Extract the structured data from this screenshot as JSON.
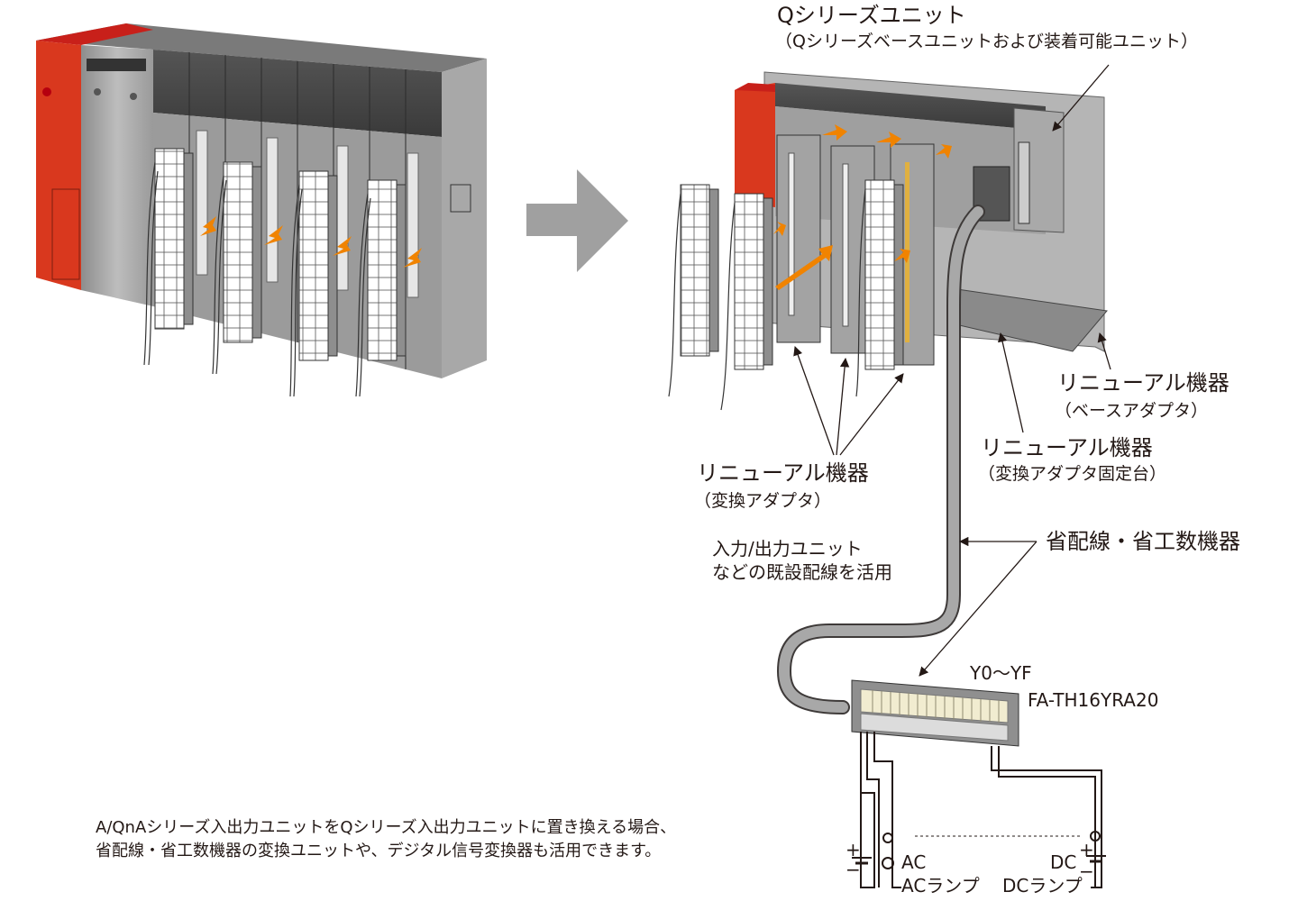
{
  "labels": {
    "q_series_title": "Qシリーズユニット",
    "q_series_sub": "（Qシリーズベースユニットおよび装着可能ユニット）",
    "renewal_base_title": "リニューアル機器",
    "renewal_base_sub": "（ベースアダプタ）",
    "renewal_fixture_title": "リニューアル機器",
    "renewal_fixture_sub": "（変換アダプタ固定台）",
    "renewal_conv_title": "リニューアル機器",
    "renewal_conv_sub": "（変換アダプタ）",
    "reuse_wiring_line1": "入力/出力ユニット",
    "reuse_wiring_line2": "などの既設配線を活用",
    "wiring_saving": "省配線・省工数機器",
    "output_range": "Y0～YF",
    "model_name": "FA-TH16YRA20",
    "ac_label": "AC",
    "ac_lamp": "ACランプ",
    "dc_label": "DC",
    "dc_lamp": "DCランプ",
    "plus": "+",
    "minus": "−"
  },
  "note": {
    "line1": "A/QnAシリーズ入出力ユニットをQシリーズ入出力ユニットに置き換える場合、",
    "line2": "省配線・省工数機器の変換ユニットや、デジタル信号変換器も活用できます。"
  },
  "colors": {
    "red": "#d9381e",
    "orange": "#f08300",
    "grey": "#a0a0a0",
    "dark": "#3e3a39"
  }
}
